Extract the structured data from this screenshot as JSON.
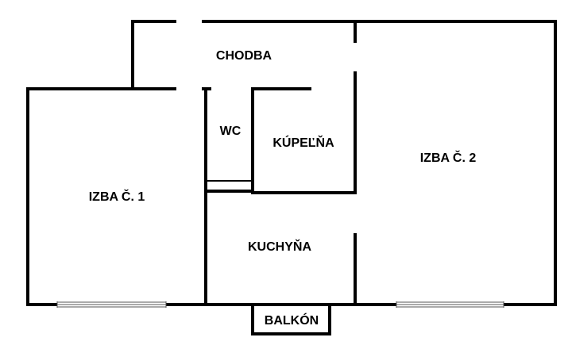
{
  "plan": {
    "rooms": {
      "corridor": "CHODBA",
      "wc": "WC",
      "bathroom": "KÚPEĽŇA",
      "room1": "IZBA Č. 1",
      "room2": "IZBA Č. 2",
      "kitchen": "KUCHYŇA",
      "balcony": "BALKÓN"
    },
    "colors": {
      "wall": "#000000",
      "background": "#ffffff"
    }
  }
}
